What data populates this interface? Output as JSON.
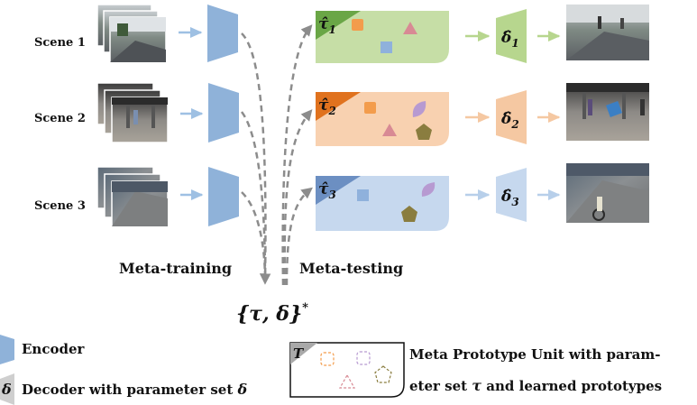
{
  "scenes": [
    {
      "label": "Scene 1",
      "tau": "τ̂",
      "tau_sub": "1",
      "delta": "δ̂",
      "delta_sub": "1"
    },
    {
      "label": "Scene 2",
      "tau": "τ̂",
      "tau_sub": "2",
      "delta": "δ̂",
      "delta_sub": "2"
    },
    {
      "label": "Scene 3",
      "tau": "τ̂",
      "tau_sub": "3",
      "delta": "δ̂",
      "delta_sub": "3"
    }
  ],
  "stages": {
    "meta_training": "Meta-training",
    "meta_testing": "Meta-testing"
  },
  "params": {
    "text": "{τ, δ}",
    "sup": "*"
  },
  "legend": {
    "encoder": "Encoder",
    "decoder_symbol": "δ",
    "decoder_prefix": "Decoder with parameter set",
    "decoder_symbol_text": "δ",
    "mpu_symbol": "T",
    "mpu_line1": "Meta Prototype Unit with param-",
    "mpu_line2_prefix": "eter set",
    "mpu_line2_symbol": "τ",
    "mpu_line2_suffix": "and learned prototypes"
  },
  "colors": {
    "encoder": "#8fb2d9",
    "scene1_fill": "#c6dea6",
    "scene1_corner": "#6aa646",
    "scene2_fill": "#f8d1b0",
    "scene2_corner": "#e0721e",
    "scene3_fill": "#c6d8ee",
    "scene3_corner": "#6c8fc2",
    "arrow_blue": "#9ec0e3",
    "arrow_green": "#b7d68e",
    "arrow_orange": "#f5c8a2",
    "arrow_light_blue": "#b7cfea",
    "dashed": "#8c8c8c",
    "proto_orange": "#f39c4c",
    "proto_pink": "#d88a94",
    "proto_blue": "#8fb1dc",
    "proto_purple": "#b79ad1",
    "proto_olive": "#8a7d3f"
  }
}
